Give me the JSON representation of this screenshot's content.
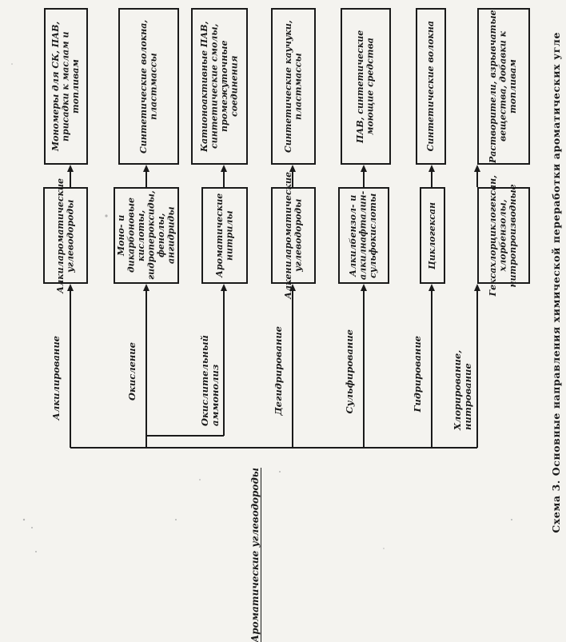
{
  "caption": "Схема 3. Основные направления химической переработки ароматических угле",
  "source": "Ароматические углеводороды",
  "processes": [
    "Алкилирование",
    "Окисление",
    "Окислительный аммонолиз",
    "Дегидрирование",
    "Сульфирование",
    "Гидрирование",
    "Хлорирование, нитрование"
  ],
  "intermediates": [
    "Алкилароматические углеводороды",
    "Моно- и дикарбоновые кислоты, гидропероксиды, фенолы, ангидриды",
    "Ароматические нитрилы",
    "Алкенилароматические углеводороды",
    "Алкилбензол- и алкилнафталин- сульфокислоты",
    "Циклогексан",
    "Гексахлорциклогексан, хлорбензолы, нитропроизводные"
  ],
  "products": [
    "Мономеры для СК, ПАВ, присадки к маслам и топливам",
    "Синтетические волокна, пластмассы",
    "Катионоактивные ПАВ, синтетические смолы, промежуточные соединения",
    "Синтетические каучуки, пластмассы",
    "ПАВ, синтетические моющие средства",
    "Синтетические волокна",
    "Растворители, взрывчатые вещества, добавки к топливам"
  ]
}
